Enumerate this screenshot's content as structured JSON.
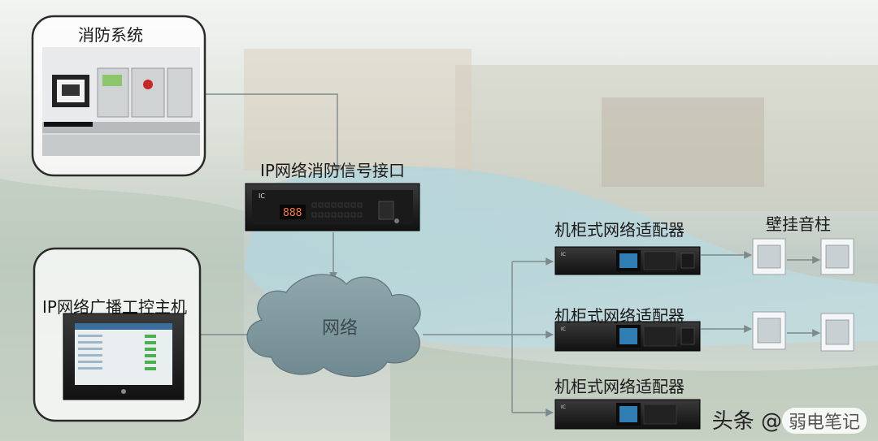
{
  "fire_system": {
    "label": "消防系统"
  },
  "fire_interface": {
    "label": "IP网络消防信号接口",
    "display": "888"
  },
  "host": {
    "label": "IP网络广播工控主机"
  },
  "network": {
    "label": "网络"
  },
  "adapters": [
    {
      "label": "机柜式网络适配器"
    },
    {
      "label": "机柜式网络适配器"
    },
    {
      "label": "机柜式网络适配器"
    }
  ],
  "speakers": {
    "label": "壁挂音柱"
  },
  "watermark": {
    "prefix": "头条",
    "at": "@",
    "name": "弱电笔记"
  },
  "colors": {
    "line": "#7d8a8c",
    "device": "#1c1c1c",
    "panel_border": "#2b2b2b"
  }
}
